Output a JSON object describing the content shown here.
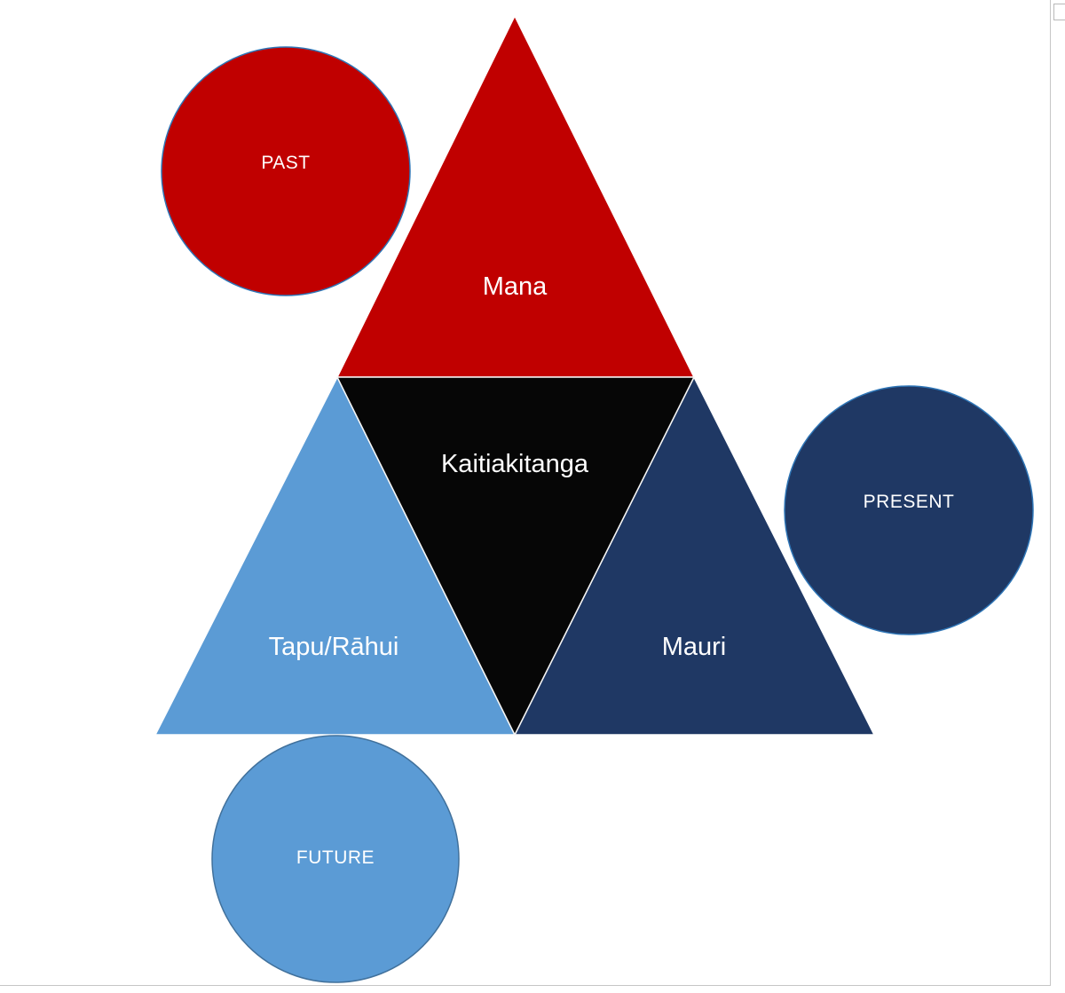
{
  "diagram": {
    "triangles": {
      "mana": {
        "label": "Mana",
        "color": "#c00000"
      },
      "kaitiakitanga": {
        "label": "Kaitiakitanga",
        "color": "#060606"
      },
      "tapu_rahui": {
        "label": "Tapu/Rāhui",
        "color": "#5b9bd5"
      },
      "mauri": {
        "label": "Mauri",
        "color": "#1f3864"
      }
    },
    "circles": {
      "past": {
        "label": "PAST",
        "color": "#c00000",
        "stroke": "#2e75b6"
      },
      "present": {
        "label": "PRESENT",
        "color": "#1f3864",
        "stroke": "#2e75b6"
      },
      "future": {
        "label": "FUTURE",
        "color": "#5b9bd5",
        "stroke": "#41719c"
      }
    }
  }
}
